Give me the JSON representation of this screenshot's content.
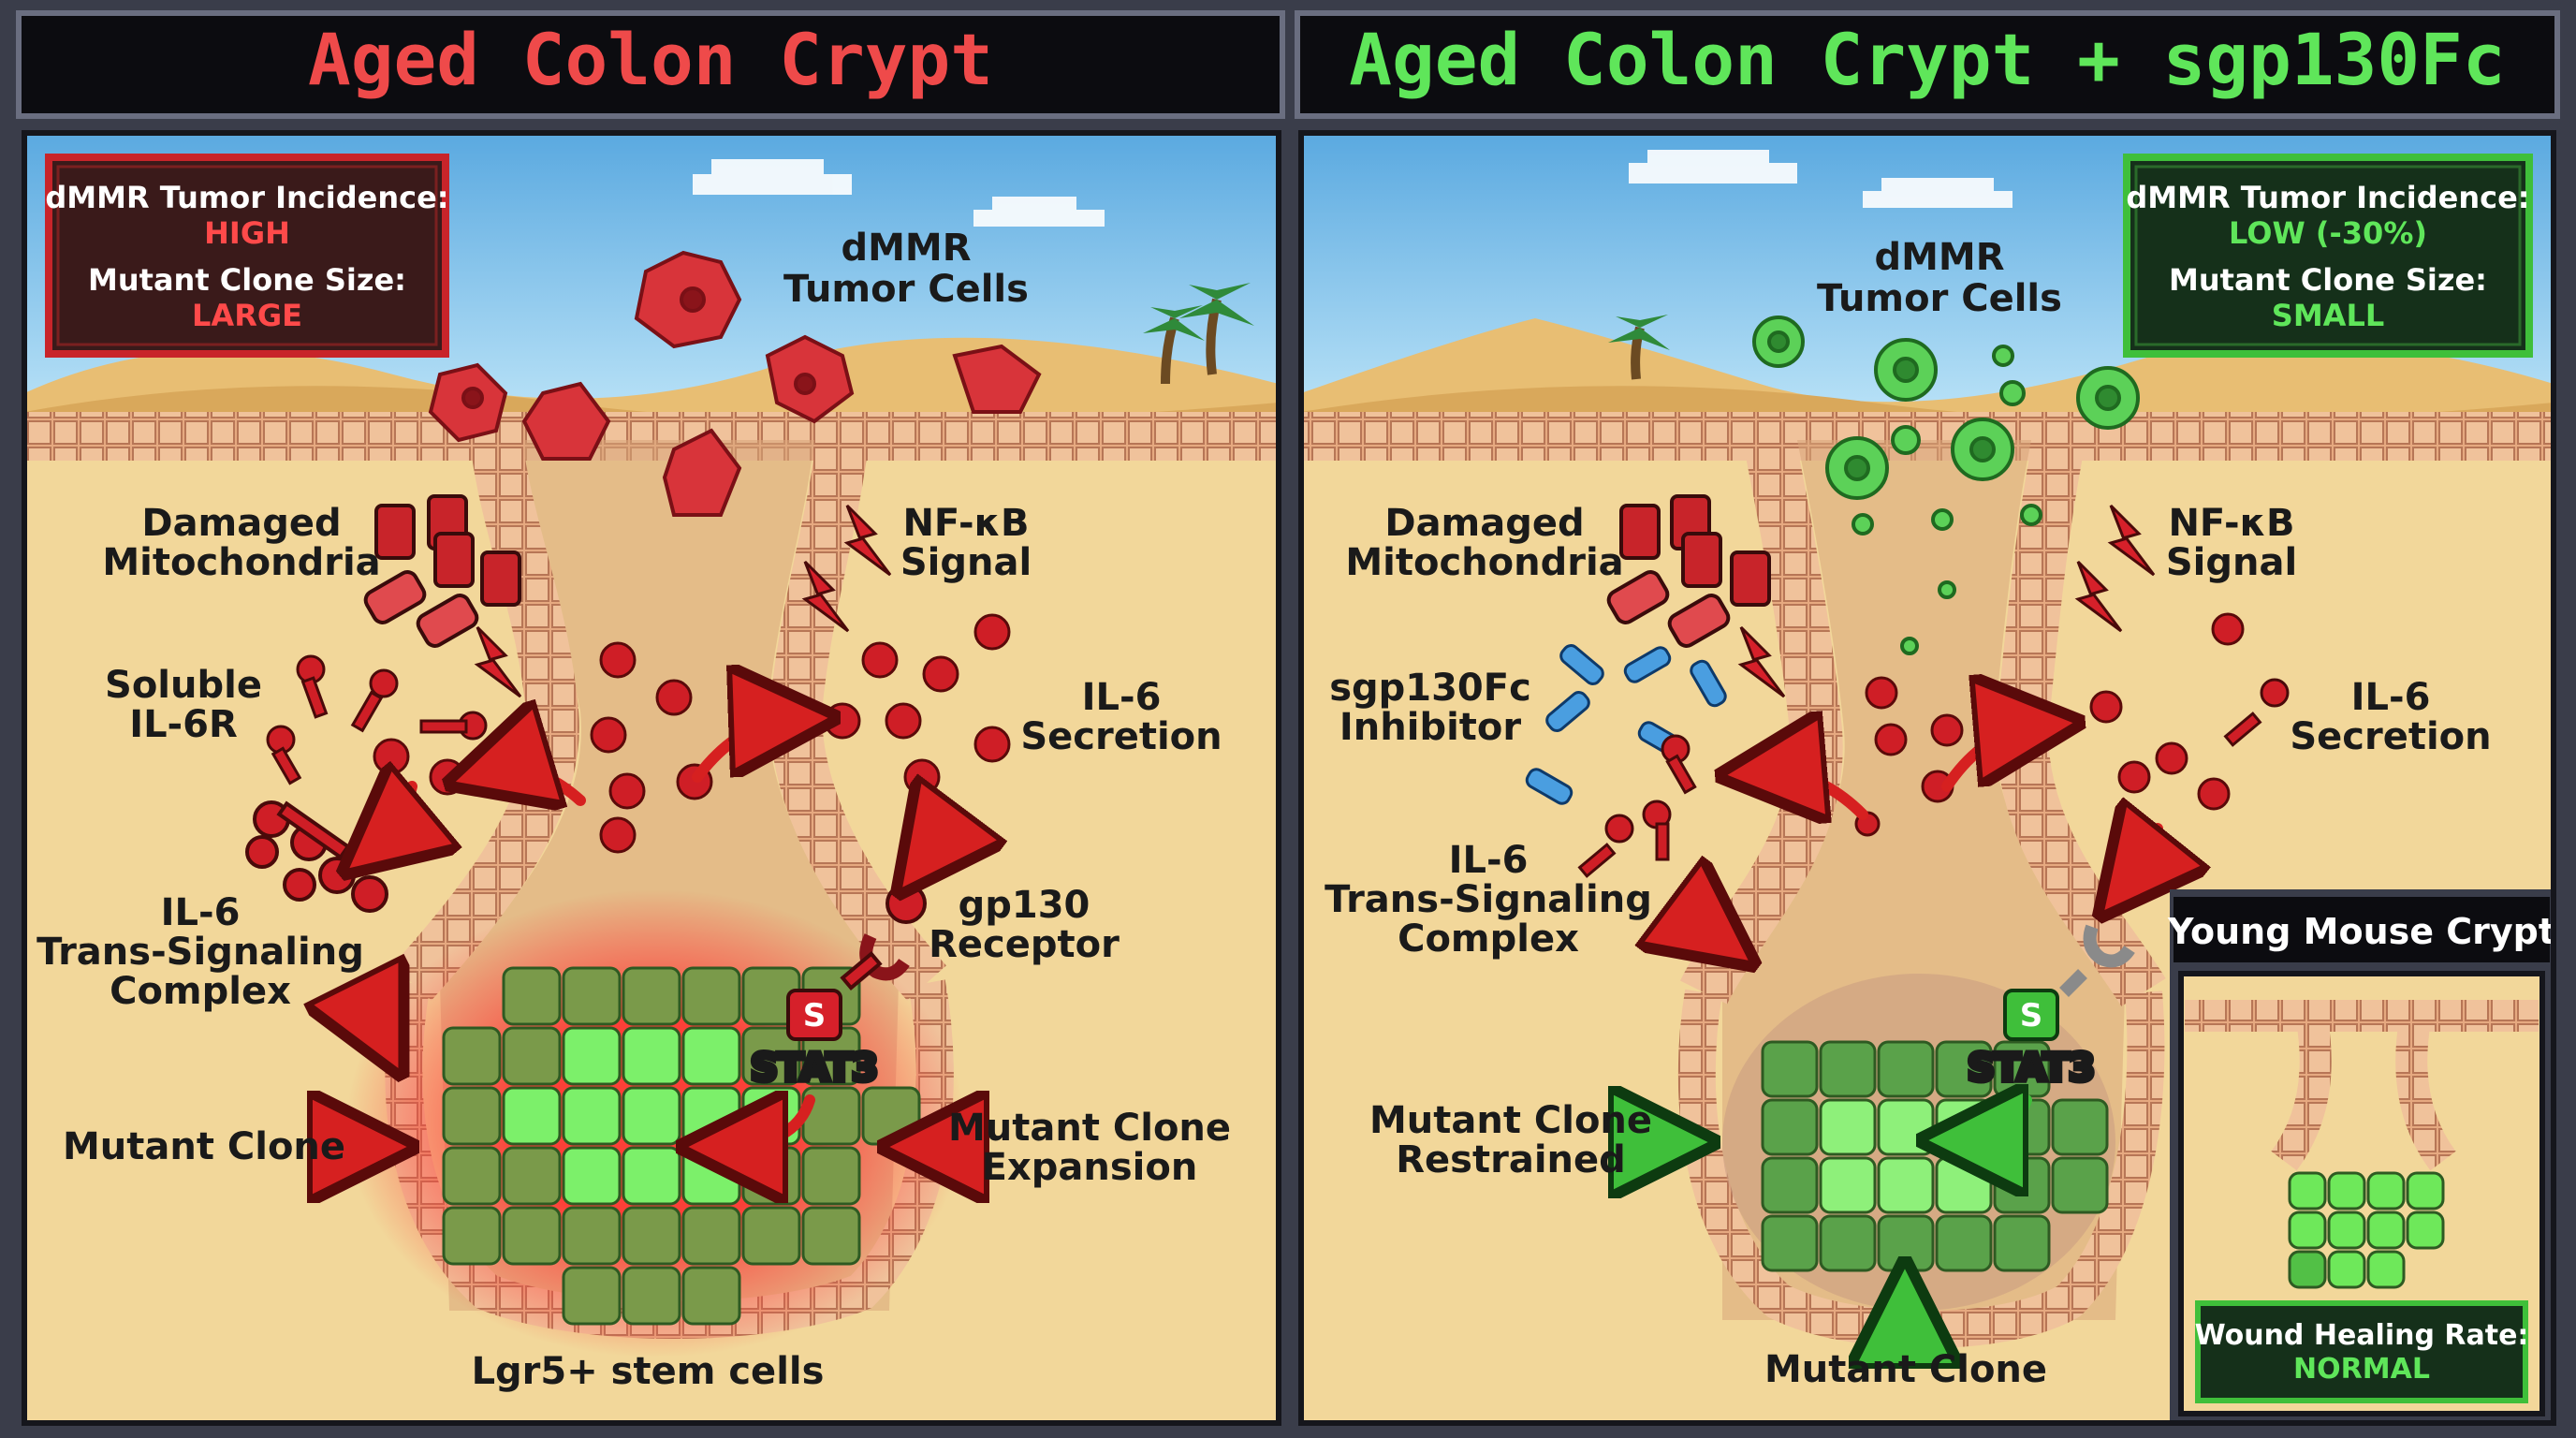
{
  "colors": {
    "aged_title": "#ef4a4a",
    "treated_title": "#5fe65a",
    "sand": "#f2d79a",
    "sky": "#8ccbee",
    "tumor_red": "#d8343a",
    "tumor_green": "#5cd158",
    "box_red_bg": "#3a1a1a",
    "box_green_bg": "#15301a"
  },
  "left_panel": {
    "title": "Aged Colon Crypt",
    "status_box": {
      "incidence_label": "dMMR Tumor Incidence:",
      "incidence_value": "HIGH",
      "clone_label": "Mutant Clone Size:",
      "clone_value": "LARGE"
    },
    "labels": {
      "tumor_cells_1": "dMMR",
      "tumor_cells_2": "Tumor Cells",
      "mito_1": "Damaged",
      "mito_2": "Mitochondria",
      "nfkb_1": "NF-κB",
      "nfkb_2": "Signal",
      "sil6r_1": "Soluble",
      "sil6r_2": "IL-6R",
      "il6_1": "IL-6",
      "il6_2": "Secretion",
      "trans_1": "IL-6",
      "trans_2": "Trans-Signaling",
      "trans_3": "Complex",
      "gp130_1": "gp130",
      "gp130_2": "Receptor",
      "stat3_badge": "S",
      "stat3": "STAT3",
      "mutant_clone": "Mutant Clone",
      "expansion_1": "Mutant Clone",
      "expansion_2": "Expansion",
      "stem_cells": "Lgr5+ stem cells"
    }
  },
  "right_panel": {
    "title": "Aged Colon Crypt + sgp130Fc",
    "status_box": {
      "incidence_label": "dMMR Tumor Incidence:",
      "incidence_value": "LOW (-30%)",
      "clone_label": "Mutant Clone Size:",
      "clone_value": "SMALL"
    },
    "labels": {
      "tumor_cells_1": "dMMR",
      "tumor_cells_2": "Tumor Cells",
      "mito_1": "Damaged",
      "mito_2": "Mitochondria",
      "nfkb_1": "NF-κB",
      "nfkb_2": "Signal",
      "inhib_1": "sgp130Fc",
      "inhib_2": "Inhibitor",
      "il6_1": "IL-6",
      "il6_2": "Secretion",
      "trans_1": "IL-6",
      "trans_2": "Trans-Signaling",
      "trans_3": "Complex",
      "stat3_badge": "S",
      "stat3": "STAT3",
      "restrained_1": "Mutant Clone",
      "restrained_2": "Restrained",
      "mutant_clone": "Mutant Clone"
    },
    "inset": {
      "title": "Young Mouse Crypt",
      "wound_label": "Wound Healing Rate:",
      "wound_value": "NORMAL"
    }
  }
}
